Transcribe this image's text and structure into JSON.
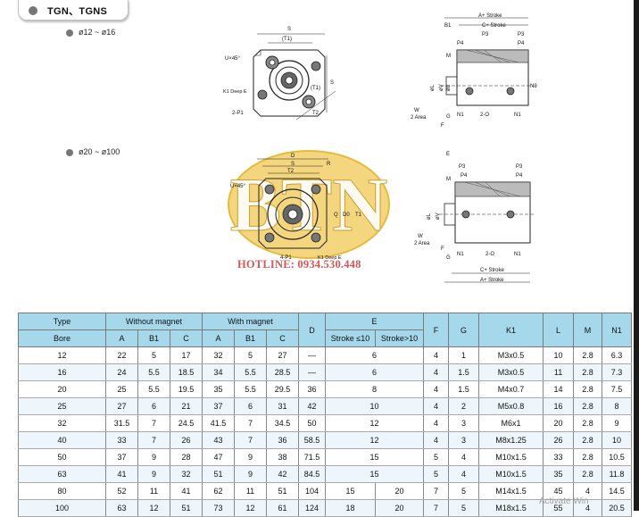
{
  "header": {
    "tab_title": "TGN、TGNS"
  },
  "sections": [
    {
      "label": "ø12 ~ ø16"
    },
    {
      "label": "ø20 ~ ø100"
    }
  ],
  "drawings": {
    "small_front": {
      "S": "S",
      "T1": "(T1)",
      "U": "U×45°",
      "K1": "K1 Deep E",
      "P1": "2-P1",
      "T2": "T2",
      "T1v": "(T1)",
      "Sv": "S"
    },
    "small_side": {
      "A": "A+ Stroke",
      "B1": "B1",
      "C": "C+ Stroke",
      "P3": "P3",
      "P3b": "P3",
      "P4": "P4",
      "P4b": "P4",
      "M": "M",
      "D": "ød",
      "V": "øV",
      "L": "øL",
      "N3": "N3",
      "W": "W",
      "Area": "2 Area",
      "F": "F",
      "G": "G",
      "N1": "N1",
      "N1b": "N1",
      "O": "2-O"
    },
    "large_front": {
      "D": "D",
      "S": "S",
      "R": "R",
      "T2": "T2",
      "U": "U×45°",
      "P1": "4-P1",
      "K1": "K1 Deep E",
      "Q": "Q",
      "D0": "D0",
      "T1": "T1"
    },
    "large_side": {
      "E": "E",
      "P3": "P3",
      "P3b": "P3",
      "P4": "P4",
      "P4b": "P4",
      "M": "M",
      "L": "øL",
      "V": "øV",
      "W": "W",
      "Area": "2 Area",
      "F": "F",
      "G": "G",
      "N1": "N1",
      "N1b": "N1",
      "O": "2-O",
      "C": "C+ Stroke",
      "A": "A+ Stroke"
    }
  },
  "watermark": {
    "letters": "BTN",
    "hotline": "HOTLINE: 0934.530.448"
  },
  "table": {
    "head1": {
      "type": "Type",
      "without": "Without magnet",
      "with": "With magnet",
      "D": "D",
      "E": "E",
      "F": "F",
      "G": "G",
      "K1": "K1",
      "L": "L",
      "M": "M",
      "N1": "N1"
    },
    "head2": {
      "bore": "Bore",
      "A": "A",
      "B1": "B1",
      "C": "C",
      "A2": "A",
      "B1b": "B1",
      "C2": "C",
      "E1": "Stroke ≤10",
      "E2": "Stroke>10"
    },
    "rows": [
      [
        "12",
        "22",
        "5",
        "17",
        "32",
        "5",
        "27",
        "—",
        "6",
        "",
        "4",
        "1",
        "M3x0.5",
        "10",
        "2.8",
        "6.3"
      ],
      [
        "16",
        "24",
        "5.5",
        "18.5",
        "34",
        "5.5",
        "28.5",
        "—",
        "6",
        "",
        "4",
        "1.5",
        "M3x0.5",
        "11",
        "2.8",
        "7.3"
      ],
      [
        "20",
        "25",
        "5.5",
        "19.5",
        "35",
        "5.5",
        "29.5",
        "36",
        "8",
        "",
        "4",
        "1.5",
        "M4x0.7",
        "14",
        "2.8",
        "7.5"
      ],
      [
        "25",
        "27",
        "6",
        "21",
        "37",
        "6",
        "31",
        "42",
        "10",
        "",
        "4",
        "2",
        "M5x0.8",
        "16",
        "2.8",
        "8"
      ],
      [
        "32",
        "31.5",
        "7",
        "24.5",
        "41.5",
        "7",
        "34.5",
        "50",
        "12",
        "",
        "4",
        "3",
        "M6x1",
        "20",
        "2.8",
        "9"
      ],
      [
        "40",
        "33",
        "7",
        "26",
        "43",
        "7",
        "36",
        "58.5",
        "12",
        "",
        "4",
        "3",
        "M8x1.25",
        "26",
        "2.8",
        "10"
      ],
      [
        "50",
        "37",
        "9",
        "28",
        "47",
        "9",
        "38",
        "71.5",
        "15",
        "",
        "5",
        "4",
        "M10x1.5",
        "33",
        "2.8",
        "10.5"
      ],
      [
        "63",
        "41",
        "9",
        "32",
        "51",
        "9",
        "42",
        "84.5",
        "15",
        "",
        "5",
        "4",
        "M10x1.5",
        "35",
        "2.8",
        "11.8"
      ],
      [
        "80",
        "52",
        "11",
        "41",
        "62",
        "11",
        "51",
        "104",
        "15",
        "20",
        "7",
        "5",
        "M14x1.5",
        "45",
        "4",
        "14.5"
      ],
      [
        "100",
        "63",
        "12",
        "51",
        "73",
        "12",
        "61",
        "124",
        "18",
        "20",
        "7",
        "5",
        "M18x1.5",
        "55",
        "4",
        "20.5"
      ]
    ]
  },
  "overlay": {
    "activate_text": "Activate Win"
  },
  "colors": {
    "header_fill": "#a6d8ec",
    "hotline": "#d45757",
    "watermark_gold": "#f3d477"
  }
}
